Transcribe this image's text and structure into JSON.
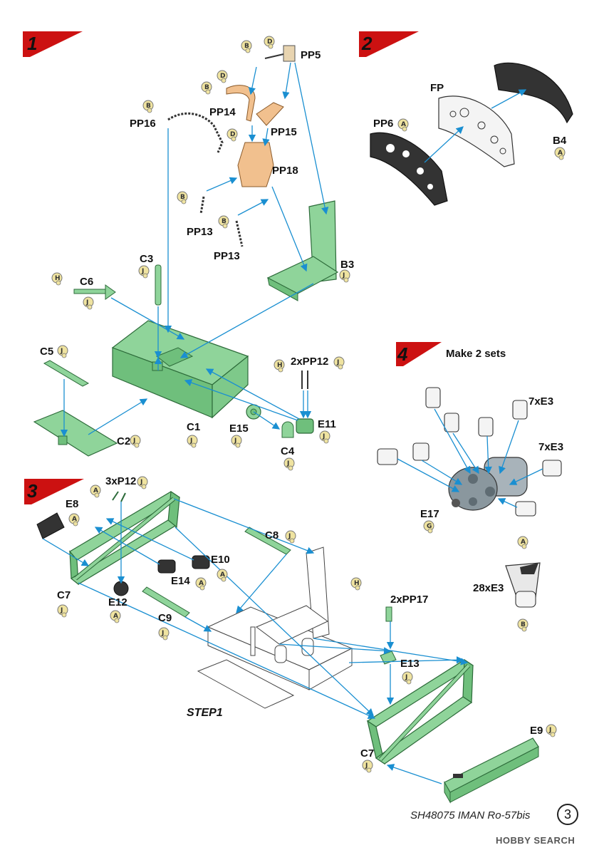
{
  "steps": [
    {
      "number": "1"
    },
    {
      "number": "2"
    },
    {
      "number": "3"
    },
    {
      "number": "4",
      "note": "Make 2 sets"
    }
  ],
  "part_labels": {
    "pp5": "PP5",
    "pp14": "PP14",
    "pp15": "PP15",
    "pp16": "PP16",
    "pp18": "PP18",
    "pp13_a": "PP13",
    "pp13_b": "PP13",
    "b3": "B3",
    "c3": "C3",
    "c6": "C6",
    "c5": "C5",
    "c2": "C2",
    "c1": "C1",
    "e15": "E15",
    "c4": "C4",
    "pp12": "2xPP12",
    "e11": "E11",
    "fp": "FP",
    "pp6": "PP6",
    "b4": "B4",
    "e3_top": "7xE3",
    "e3_mid": "7xE3",
    "e17": "E17",
    "e3_bot": "28xE3",
    "p12": "3xP12",
    "e8": "E8",
    "c8": "C8",
    "e10": "E10",
    "e14": "E14",
    "c7_left": "C7",
    "e12": "E12",
    "c9": "C9",
    "pp17": "2xPP17",
    "e13": "E13",
    "e9": "E9",
    "c7_right": "C7"
  },
  "step1_caption": "STEP1",
  "footer": {
    "code": "SH48075 IMAN Ro-57bis",
    "page": "3"
  },
  "watermark": "HOBBY SEARCH",
  "colors": {
    "step_flag": "#cc1111",
    "part_green": "#8fd49a",
    "part_tan": "#f1c08e",
    "arrow": "#1a8fd1",
    "badge": "#efe3a0"
  }
}
